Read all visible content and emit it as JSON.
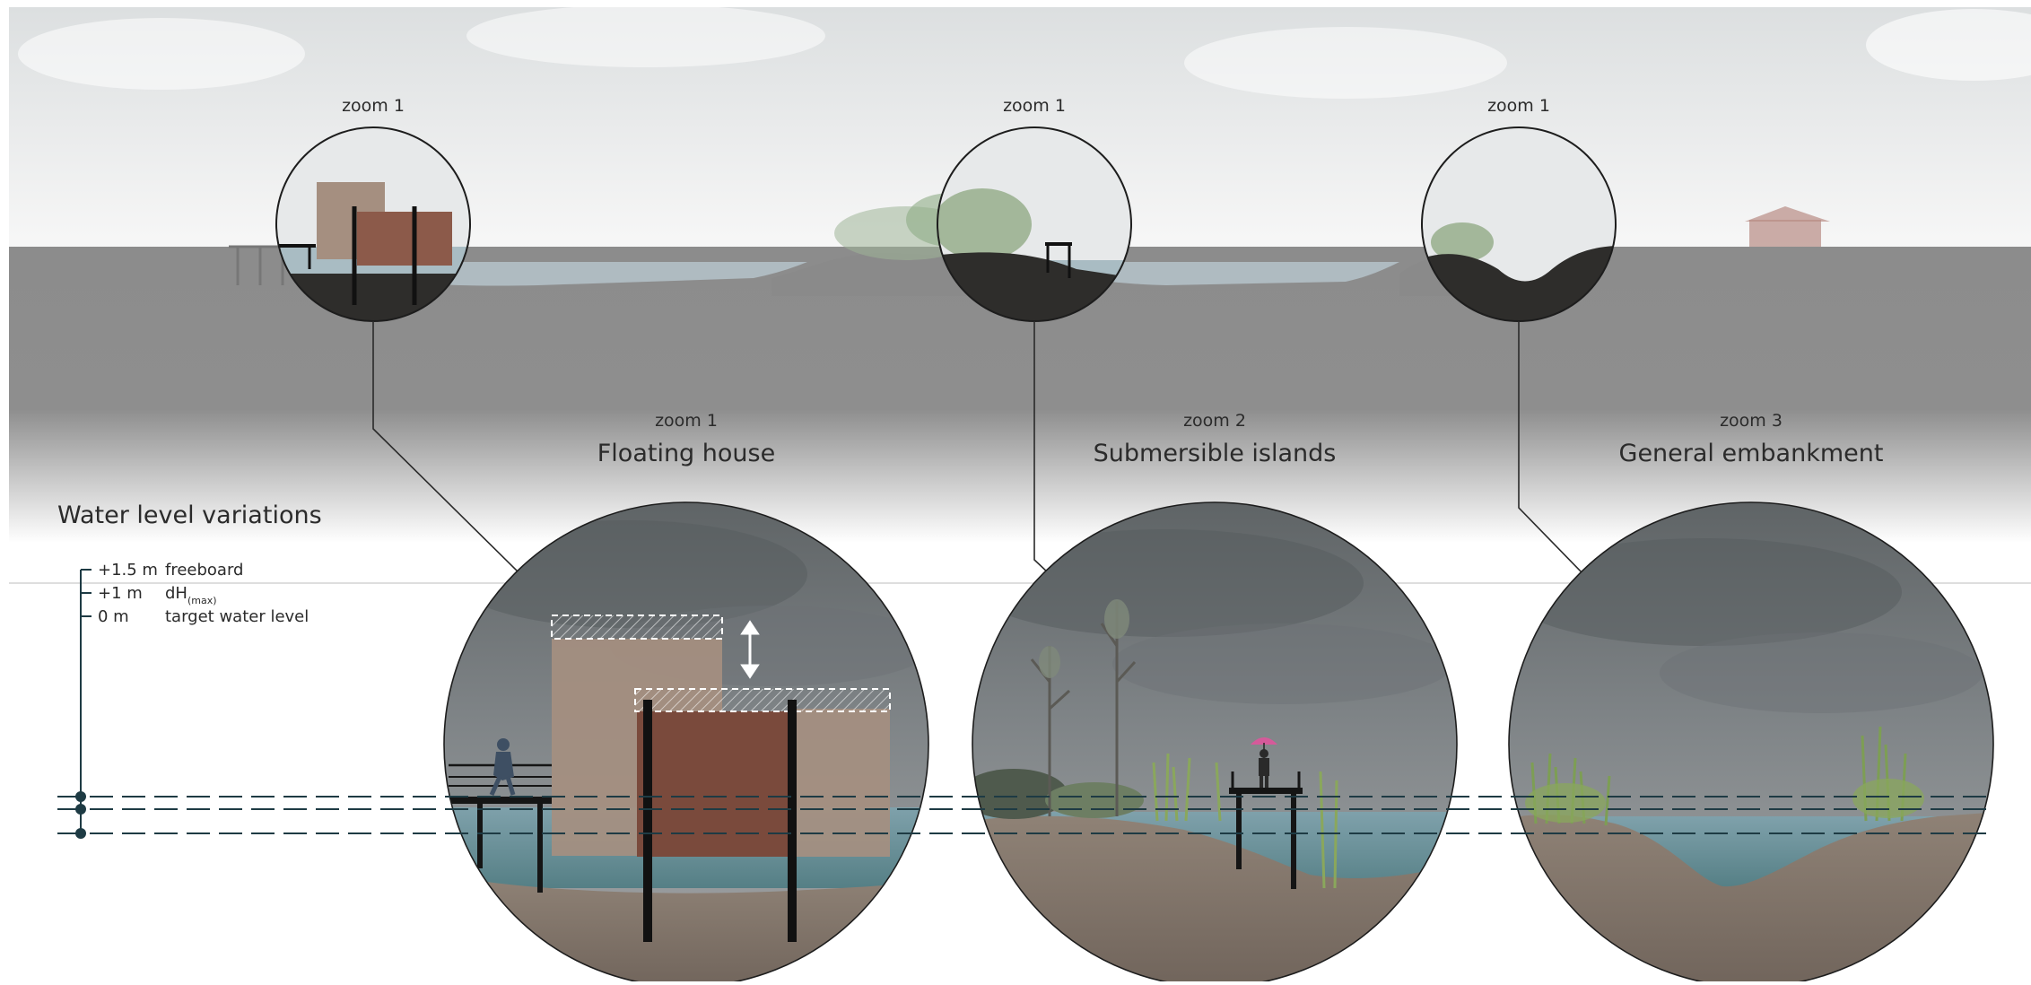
{
  "top_zoom_labels": [
    "zoom 1",
    "zoom 1",
    "zoom 1"
  ],
  "details": [
    {
      "zoom": "zoom 1",
      "title": "Floating house"
    },
    {
      "zoom": "zoom 2",
      "title": "Submersible islands"
    },
    {
      "zoom": "zoom 3",
      "title": "General embankment"
    }
  ],
  "legend": {
    "title": "Water level variations",
    "levels": [
      {
        "value": "+1.5 m",
        "label": "freeboard"
      },
      {
        "value": "+1 m",
        "label": "dH",
        "sub": "(max)"
      },
      {
        "value": "0 m",
        "label": "target water level"
      }
    ]
  },
  "colors": {
    "ground": "#8f8f8f",
    "ground_dark": "#2e2d2b",
    "water": "#8fa7b2",
    "deep_water": "#5e8a93",
    "soil": "#8a7d74",
    "house_light": "#a58f80",
    "house_dark": "#7a4a3c",
    "dash": "#1e3b44",
    "reed": "#8aa75c"
  }
}
